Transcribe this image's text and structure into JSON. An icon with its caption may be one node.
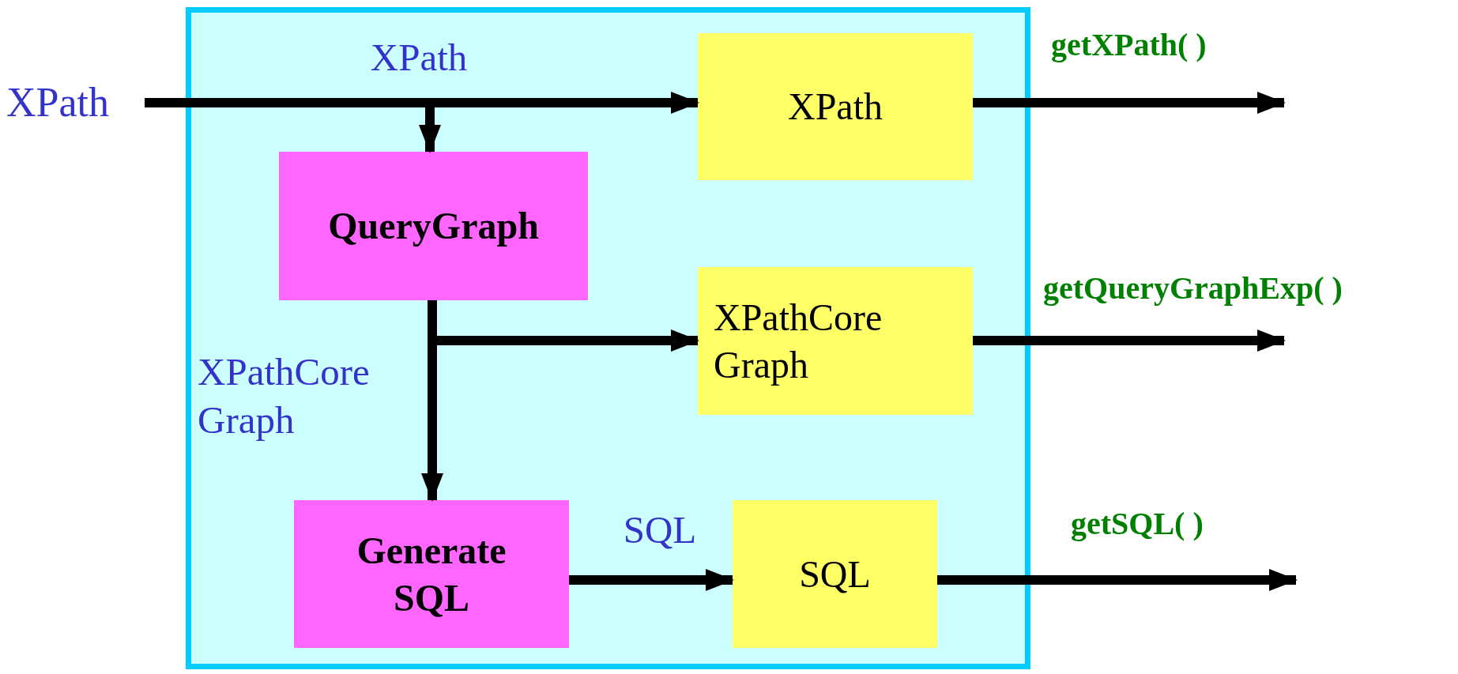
{
  "diagram": {
    "nodes": [
      {
        "text": [
          "XPath"
        ]
      },
      {
        "text": [],
        "shape": "box"
      },
      {
        "text": [
          "XPath"
        ],
        "in": 1
      },
      {
        "text": [
          "QueryGraph"
        ],
        "in": 1
      },
      {
        "text": [
          "XPathCore Graph"
        ],
        "in": 1
      },
      {
        "text": [
          "Generate SQL"
        ],
        "in": 1
      },
      {
        "text": [
          "SQL"
        ],
        "in": 1
      }
    ],
    "edges": [
      {
        "from": 0,
        "to": 2,
        "arrow": "to",
        "label": "XPath"
      },
      {
        "from": 0,
        "to": 3,
        "arrow": "to"
      },
      {
        "from": 3,
        "to": 5,
        "arrow": "to",
        "label": "XPathCore Graph"
      },
      {
        "from": 3,
        "to": 4,
        "arrow": "to"
      },
      {
        "from": 5,
        "to": 6,
        "arrow": "to",
        "label": "SQL"
      },
      {
        "from": 2,
        "to": null,
        "arrow": "to",
        "label": "getXPath( )"
      },
      {
        "from": 4,
        "to": null,
        "arrow": "to",
        "label": "getQueryGraphExp( )"
      },
      {
        "from": 6,
        "to": null,
        "arrow": "to",
        "label": "getSQL( )"
      }
    ]
  }
}
